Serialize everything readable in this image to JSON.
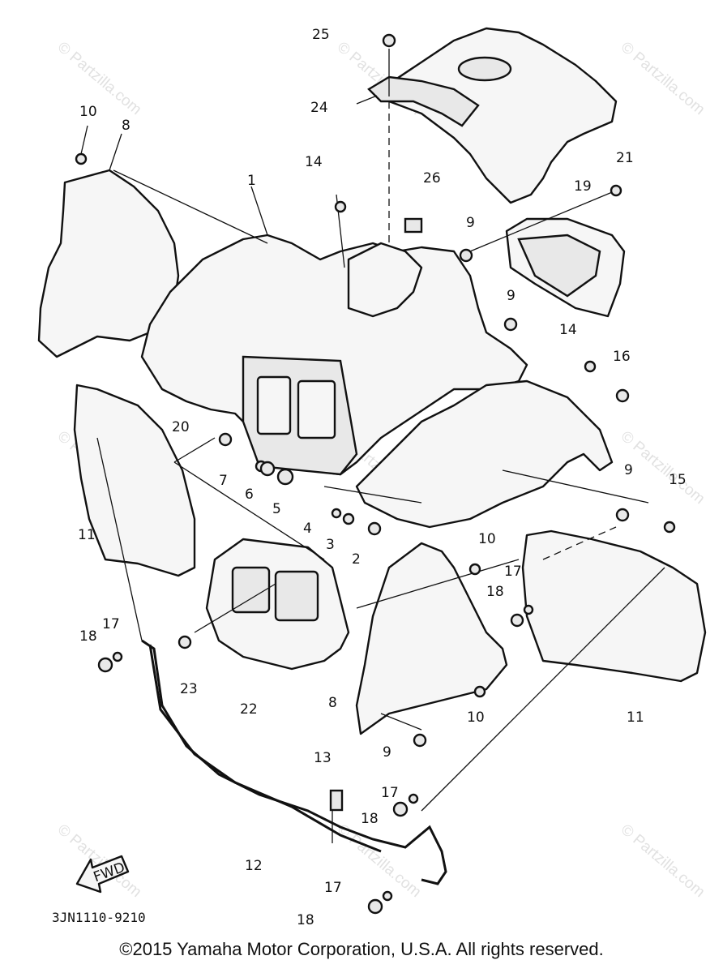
{
  "diagram": {
    "callouts": [
      "25",
      "24",
      "10",
      "8",
      "14",
      "1",
      "26",
      "9",
      "21",
      "19",
      "9",
      "14",
      "16",
      "20",
      "7",
      "6",
      "5",
      "4",
      "3",
      "2",
      "9",
      "15",
      "11",
      "10",
      "17",
      "18",
      "22",
      "23",
      "18",
      "17",
      "8",
      "10",
      "11",
      "9",
      "13",
      "17",
      "18",
      "12",
      "17",
      "18"
    ],
    "fwd_label": "FWD",
    "part_code": "3JN1110-9210",
    "watermarks": [
      "© Partzilla.com",
      "© Partzilla.com",
      "© Partzilla.com",
      "© Partzilla.com",
      "© Partzilla.com",
      "© Partzilla.com",
      "© Partzilla.com",
      "© Partzilla.com",
      "© Partzilla.com"
    ]
  },
  "footer": {
    "copyright": "©2015  Yamaha Motor Corporation, U.S.A. All rights reserved."
  }
}
